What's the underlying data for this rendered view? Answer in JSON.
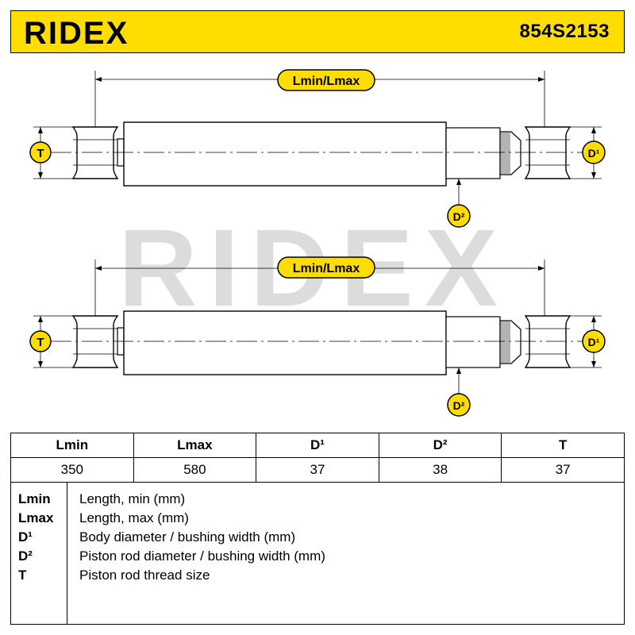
{
  "header": {
    "brand": "RIDEX",
    "part_number": "854S2153",
    "accent_color": "#ffdd00"
  },
  "drawing": {
    "watermark": "RIDEX",
    "views": [
      {
        "length_label": "Lmin/Lmax",
        "thread_label": "T",
        "body_label": "D¹",
        "rod_label": "D²"
      },
      {
        "length_label": "Lmin/Lmax",
        "thread_label": "T",
        "body_label": "D¹",
        "rod_label": "D²"
      }
    ]
  },
  "table": {
    "headers": [
      "Lmin",
      "Lmax",
      "D¹",
      "D²",
      "T"
    ],
    "values": [
      "350",
      "580",
      "37",
      "38",
      "37"
    ]
  },
  "legend": [
    {
      "symbol": "Lmin",
      "description": "Length, min (mm)"
    },
    {
      "symbol": "Lmax",
      "description": "Length, max (mm)"
    },
    {
      "symbol": "D¹",
      "description": "Body diameter / bushing width (mm)"
    },
    {
      "symbol": "D²",
      "description": "Piston rod diameter / bushing width (mm)"
    },
    {
      "symbol": "T",
      "description": "Piston rod thread size"
    }
  ]
}
